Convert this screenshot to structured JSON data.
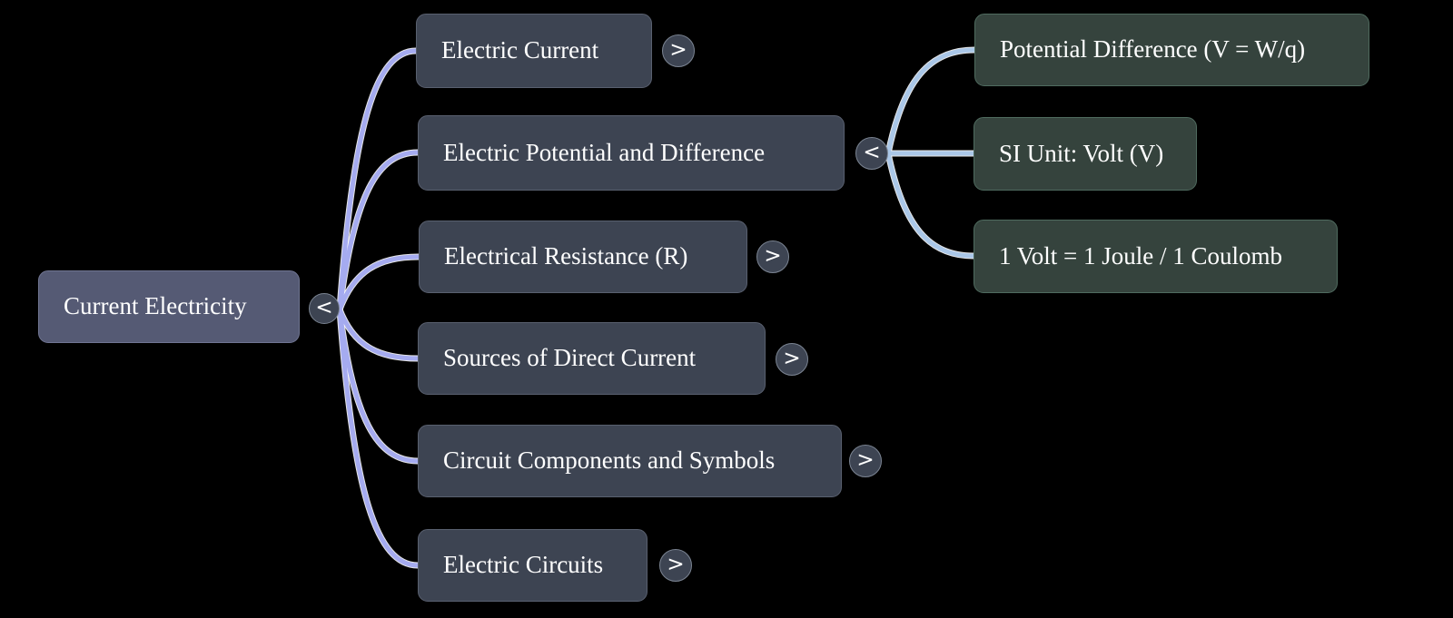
{
  "colors": {
    "bg": "#000000",
    "root_fill": "#555a74",
    "root_border": "#707592",
    "branch_fill": "#3d4452",
    "branch_border": "#59606f",
    "leaf_fill": "#35433d",
    "leaf_border": "#4f6b5f",
    "toggle_fill": "#3d4452",
    "toggle_border": "#7b8492",
    "edge_left": "#a5abf0",
    "edge_right": "#aac7e8",
    "edge_halo": "#ffffff",
    "text": "#ffffff"
  },
  "mindmap": {
    "root": {
      "label": "Current Electricity",
      "toggle": "<"
    },
    "children": [
      {
        "label": "Electric Current",
        "toggle": ">"
      },
      {
        "label": "Electric Potential and Difference",
        "toggle": "<",
        "children": [
          {
            "label": "Potential Difference (V = W/q)"
          },
          {
            "label": "SI Unit: Volt (V)"
          },
          {
            "label": "1 Volt = 1 Joule / 1 Coulomb"
          }
        ]
      },
      {
        "label": "Electrical Resistance (R)",
        "toggle": ">"
      },
      {
        "label": "Sources of Direct Current",
        "toggle": ">"
      },
      {
        "label": "Circuit Components and Symbols",
        "toggle": ">"
      },
      {
        "label": "Electric Circuits",
        "toggle": ">"
      }
    ]
  }
}
